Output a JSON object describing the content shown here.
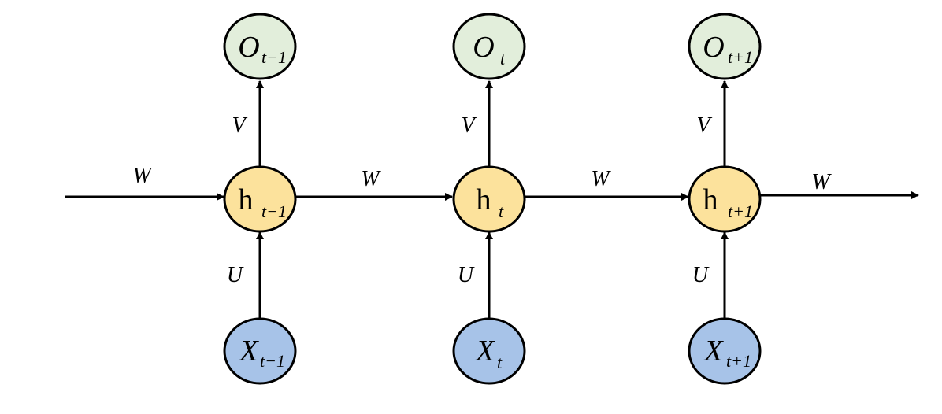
{
  "colors": {
    "output_fill": "#e2eedb",
    "hidden_fill": "#fce29c",
    "input_fill": "#a7c3e8",
    "stroke": "#000000"
  },
  "columns": [
    {
      "output": {
        "main": "O",
        "sub": "t−1"
      },
      "hidden": {
        "main": "h",
        "sub": "t−1"
      },
      "input": {
        "main": "X",
        "sub": "t−1"
      },
      "v_label": "V",
      "u_label": "U"
    },
    {
      "output": {
        "main": "O",
        "sub": "t"
      },
      "hidden": {
        "main": "h",
        "sub": "t"
      },
      "input": {
        "main": "X",
        "sub": "t"
      },
      "v_label": "V",
      "u_label": "U"
    },
    {
      "output": {
        "main": "O",
        "sub": "t+1"
      },
      "hidden": {
        "main": "h",
        "sub": "t+1"
      },
      "input": {
        "main": "X",
        "sub": "t+1"
      },
      "v_label": "V",
      "u_label": "U"
    }
  ],
  "w_labels": [
    "W",
    "W",
    "W",
    "W"
  ]
}
